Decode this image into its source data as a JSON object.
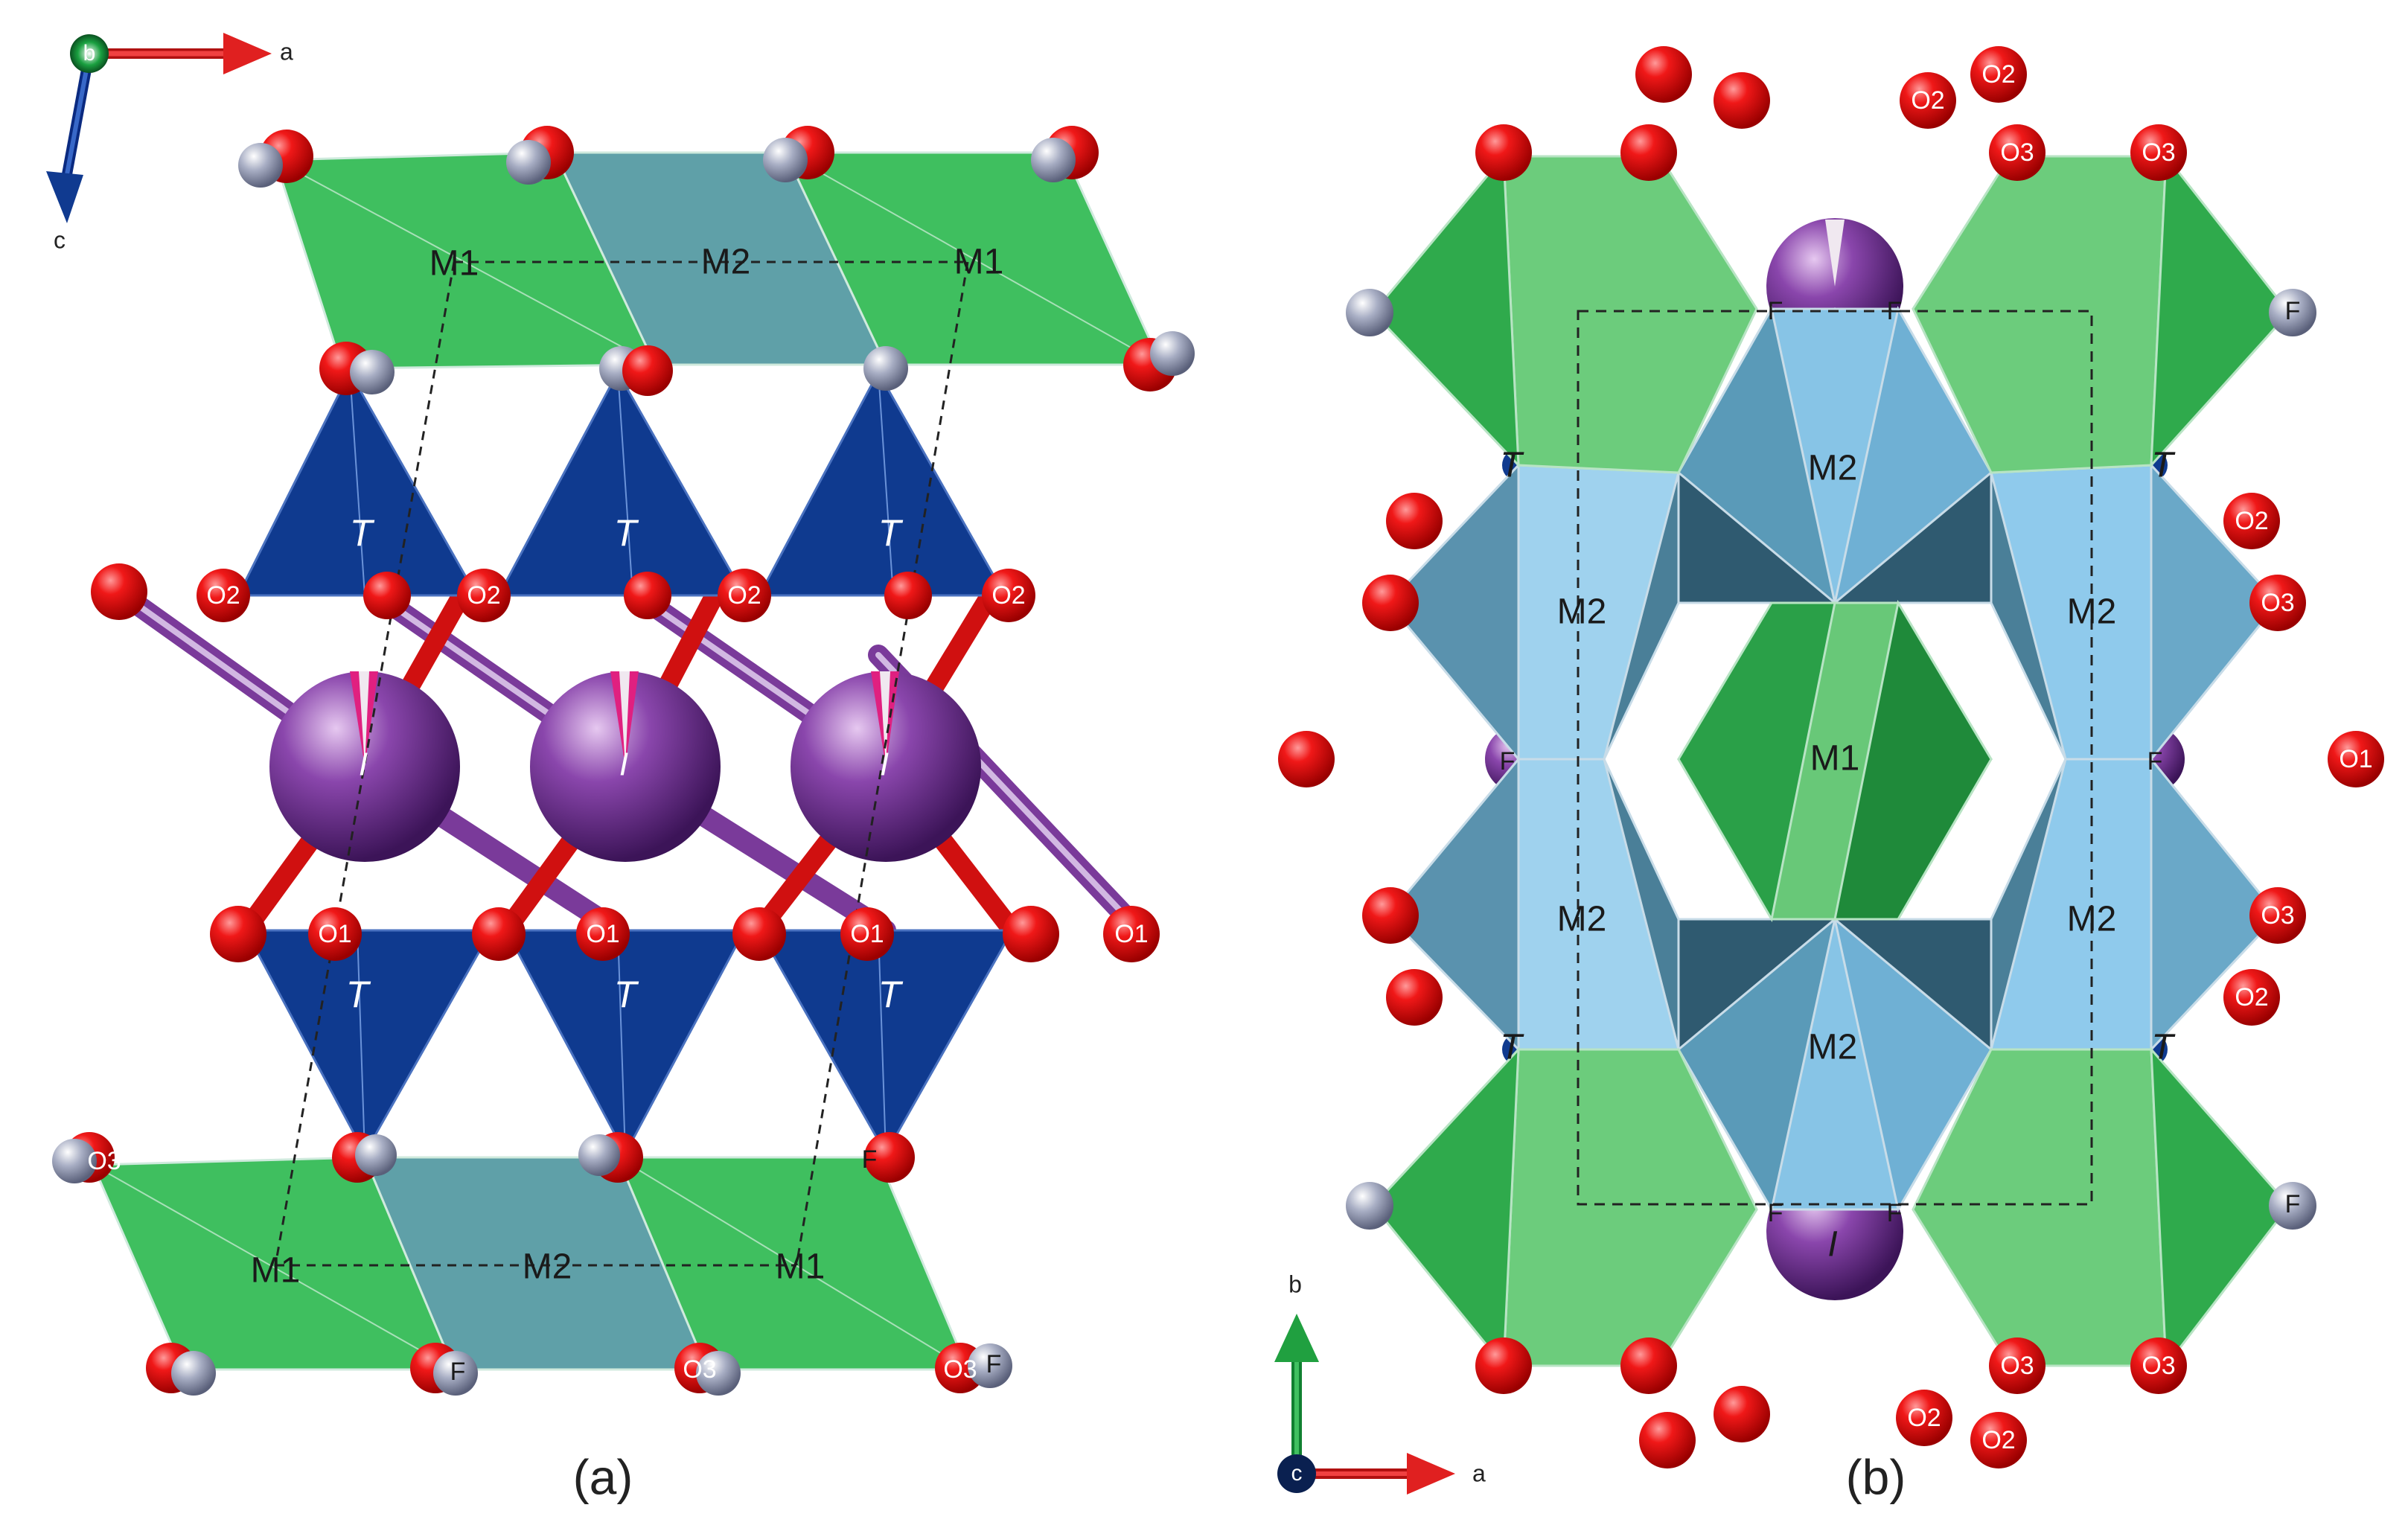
{
  "panel_a": {
    "caption": "(a)",
    "axes": {
      "a": "a",
      "b": "b",
      "c": "c"
    },
    "labels": {
      "M1": "M1",
      "M2": "M2",
      "T": "T",
      "I": "I",
      "O1": "O1",
      "O2": "O2",
      "O3": "O3",
      "F": "F"
    }
  },
  "panel_b": {
    "caption": "(b)",
    "axes": {
      "a": "a",
      "b": "b",
      "c": "c"
    },
    "labels": {
      "M1": "M1",
      "M2": "M2",
      "T": "T",
      "I": "I",
      "O1": "O1",
      "O2": "O2",
      "O3": "O3",
      "F": "F"
    }
  },
  "colors": {
    "green_octahedron": "#3fbf5f",
    "teal_octahedron": "#5fa0a8",
    "blue_tetrahedron": "#0f3a8f",
    "light_blue_octahedron": "#8fc8e8",
    "oxygen": "#e01010",
    "fluorine": "#9aa0b8",
    "iodine": "#8040a0",
    "axis_a": "#e02020",
    "axis_b": "#20a040",
    "axis_c": "#1040a0"
  }
}
